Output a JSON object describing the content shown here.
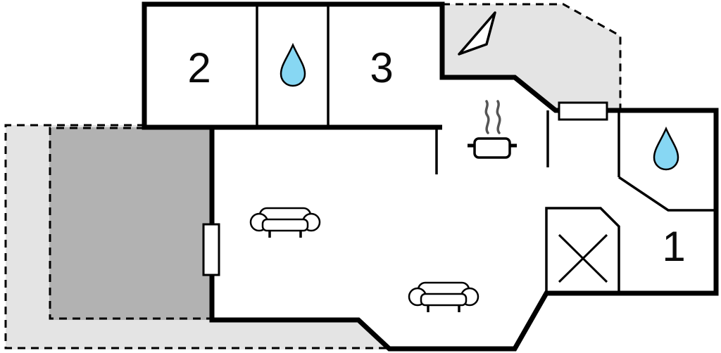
{
  "rooms": {
    "bedroom2": {
      "label": "2"
    },
    "bedroom3": {
      "label": "3"
    },
    "bedroom1": {
      "label": "1"
    }
  },
  "colors": {
    "wall": "#000000",
    "terrace_light": "#e4e4e4",
    "terrace_dark": "#b2b2b2",
    "water_drop": "#87d7f3",
    "steam": "#555555",
    "background": "#ffffff"
  },
  "icons": {
    "water_drop": "bathroom water drop",
    "sofa": "sofa front view",
    "stove": "stove pot with steam",
    "north_arrow": "orientation arrow",
    "x_box": "technical room cross",
    "window": "window symbol"
  }
}
